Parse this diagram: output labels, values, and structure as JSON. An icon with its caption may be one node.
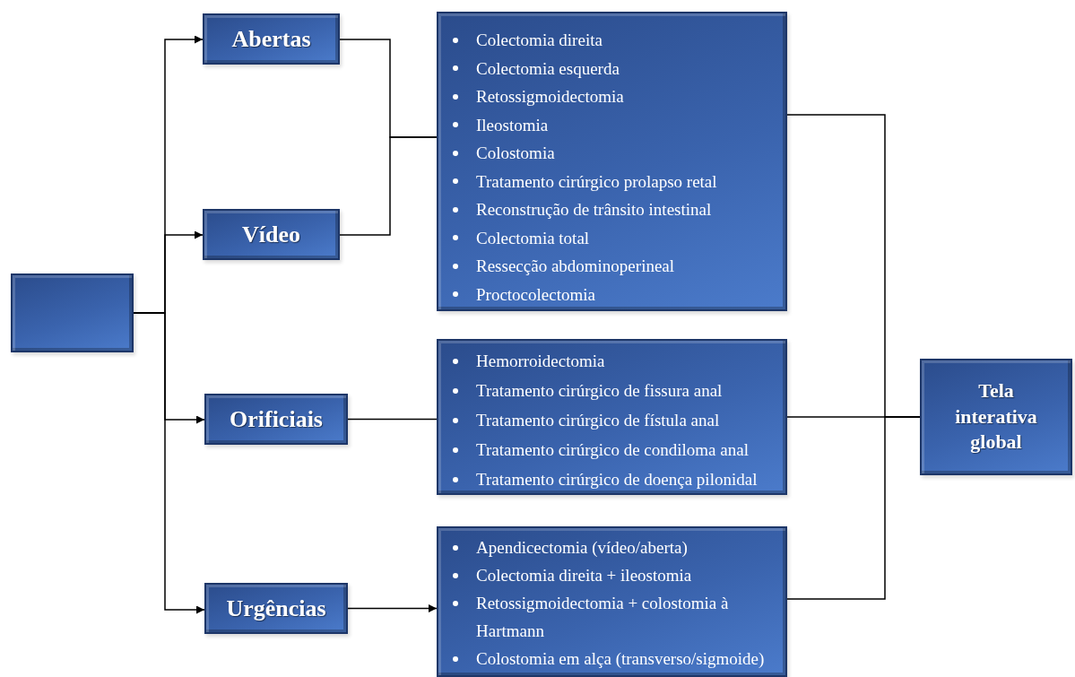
{
  "diagram": {
    "nodes": [
      {
        "text": [],
        "shape": "box"
      },
      {
        "text": [
          "Abertas"
        ]
      },
      {
        "text": [
          "Vídeo"
        ]
      },
      {
        "text": [
          "Orificiais"
        ]
      },
      {
        "text": [
          "Urgências"
        ]
      },
      {
        "text": [
          "Colectomia direita",
          "Colectomia esquerda",
          "Retossigmoidectomia",
          "Ileostomia",
          "Colostomia",
          "Tratamento cirúrgico prolapso retal",
          "Reconstrução de trânsito intestinal",
          "Colectomia total",
          "Ressecção abdominoperineal",
          "Proctocolectomia"
        ]
      },
      {
        "text": [
          "Hemorroidectomia",
          "Tratamento cirúrgico de fissura anal",
          "Tratamento cirúrgico de fístula anal",
          "Tratamento cirúrgico de condiloma anal",
          "Tratamento cirúrgico de doença pilonidal"
        ]
      },
      {
        "text": [
          "Apendicectomia (vídeo/aberta)",
          "Colectomia direita + ileostomia",
          "Retossigmoidectomia + colostomia à Hartmann",
          "Colostomia em alça (transverso/sigmoide)"
        ]
      },
      {
        "text": [
          "Tela interativa global"
        ]
      }
    ],
    "edges": [
      {
        "from": 0,
        "to": 1,
        "arrow": "to"
      },
      {
        "from": 0,
        "to": 2,
        "arrow": "to"
      },
      {
        "from": 0,
        "to": 3,
        "arrow": "to"
      },
      {
        "from": 0,
        "to": 4,
        "arrow": "to"
      },
      {
        "from": 1,
        "to": 5,
        "arrow": "none"
      },
      {
        "from": 2,
        "to": 5,
        "arrow": "none"
      },
      {
        "from": 3,
        "to": 6,
        "arrow": "none"
      },
      {
        "from": 4,
        "to": 7,
        "arrow": "to"
      },
      {
        "from": 5,
        "to": 8,
        "arrow": "none"
      },
      {
        "from": 6,
        "to": 8,
        "arrow": "none"
      },
      {
        "from": 7,
        "to": 8,
        "arrow": "none"
      }
    ]
  }
}
